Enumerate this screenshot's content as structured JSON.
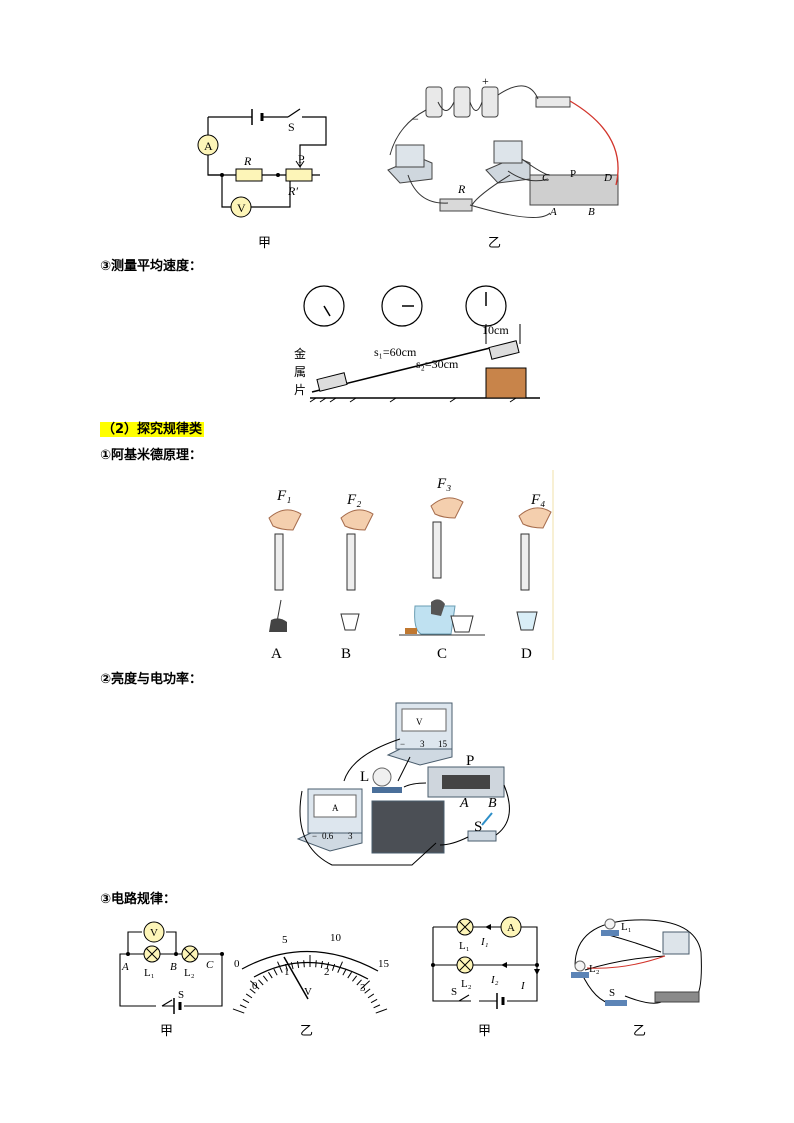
{
  "fig1": {
    "jia": {
      "caption": "甲",
      "labels": {
        "A": "A",
        "S": "S",
        "R": "R",
        "P": "P",
        "Rp": "R′",
        "V": "V"
      }
    },
    "yi": {
      "caption": "乙",
      "labels": {
        "plus": "+",
        "minus": "−",
        "R": "R",
        "C": "C",
        "Pp": "P",
        "D": "D",
        "A": "A",
        "B": "B"
      }
    }
  },
  "section1_3": {
    "heading": "③测量平均速度：",
    "s1": "s₁=60cm",
    "s2": "s₂=30cm",
    "d10": "10cm",
    "metal": [
      "金",
      "属",
      "片"
    ]
  },
  "section2": {
    "heading": "（2）探究规律类"
  },
  "archimedes": {
    "heading": "①阿基米德原理：",
    "forces": [
      "F₁",
      "F₂",
      "F₃",
      "F₄"
    ],
    "letters": [
      "A",
      "B",
      "C",
      "D"
    ]
  },
  "brightness": {
    "heading": "②亮度与电功率：",
    "L": "L",
    "P": "P",
    "A": "A",
    "B": "B",
    "S": "S",
    "vscale": [
      "3",
      "15"
    ],
    "ascale": [
      "0.6",
      "3"
    ],
    "vsym": "V",
    "asym": "A",
    "minus": "−"
  },
  "circuit": {
    "heading": "③电路规律：",
    "series": {
      "V": "V",
      "A": "A",
      "B": "B",
      "C": "C",
      "L1": "L₁",
      "L2": "L₂",
      "S": "S",
      "caption": "甲"
    },
    "meter": {
      "top": [
        "0",
        "5",
        "10",
        "15"
      ],
      "bottom": [
        "0",
        "1",
        "2",
        "3"
      ],
      "unit": "V",
      "caption": "乙"
    },
    "parallel": {
      "L1": "L₁",
      "I1": "I₁",
      "A": "A",
      "L2": "L₂",
      "I2": "I₂",
      "S": "S",
      "I": "I",
      "caption": "甲"
    },
    "photo": {
      "L1": "L₁",
      "L2": "L₂",
      "S": "S",
      "caption": "乙"
    }
  }
}
